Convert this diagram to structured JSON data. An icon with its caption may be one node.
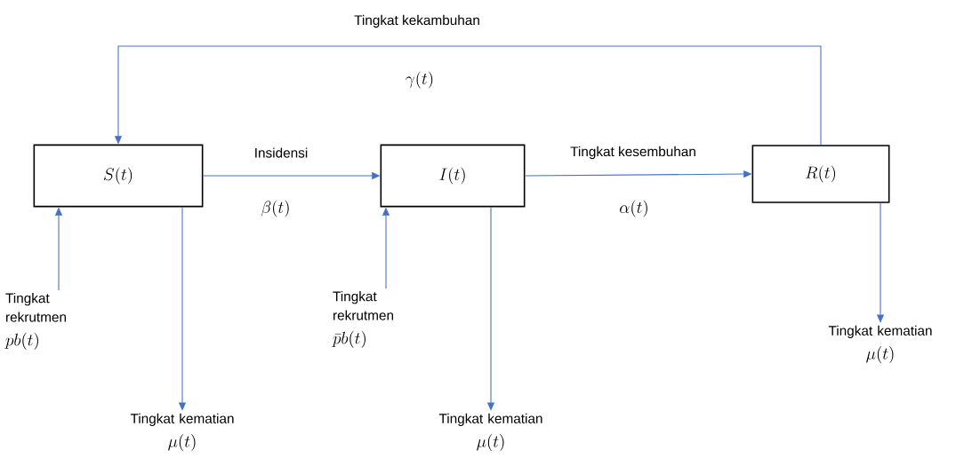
{
  "diagram": {
    "nodes": [
      {
        "text": [
          "S(t)"
        ]
      },
      {
        "text": [
          "I(t)"
        ]
      },
      {
        "text": [
          "R(t)"
        ]
      },
      {
        "text": [
          "Tingkat rekrutmen",
          "pb(t)"
        ]
      },
      {
        "text": [
          "Tingkat kematian",
          "\\mu(t)"
        ]
      },
      {
        "text": [
          "Tingkat rekrutmen",
          "\\bar{p}b(t)"
        ]
      },
      {
        "text": [
          "Tingkat kematian",
          "\\mu(t)"
        ]
      },
      {
        "text": [
          "Tingkat kematian",
          "\\mu(t)"
        ]
      }
    ],
    "edges": [
      {
        "from": 0,
        "to": 1,
        "arrow": "to",
        "label": "Insidensi"
      },
      {
        "from": 1,
        "to": 2,
        "arrow": "to",
        "label": "Tingkat kesembuhan"
      },
      {
        "from": 2,
        "to": 0,
        "arrow": "to",
        "label": "Tingkat kekambuhan"
      },
      {
        "from": 3,
        "to": 0,
        "arrow": "to"
      },
      {
        "from": 0,
        "to": 4,
        "arrow": "to"
      },
      {
        "from": 5,
        "to": 1,
        "arrow": "to"
      },
      {
        "from": 1,
        "to": 6,
        "arrow": "to"
      },
      {
        "from": 2,
        "to": 7,
        "arrow": "to"
      }
    ],
    "labels": [
      "\\gamma(t)",
      "\\beta(t)",
      "\\alpha(t)"
    ]
  }
}
